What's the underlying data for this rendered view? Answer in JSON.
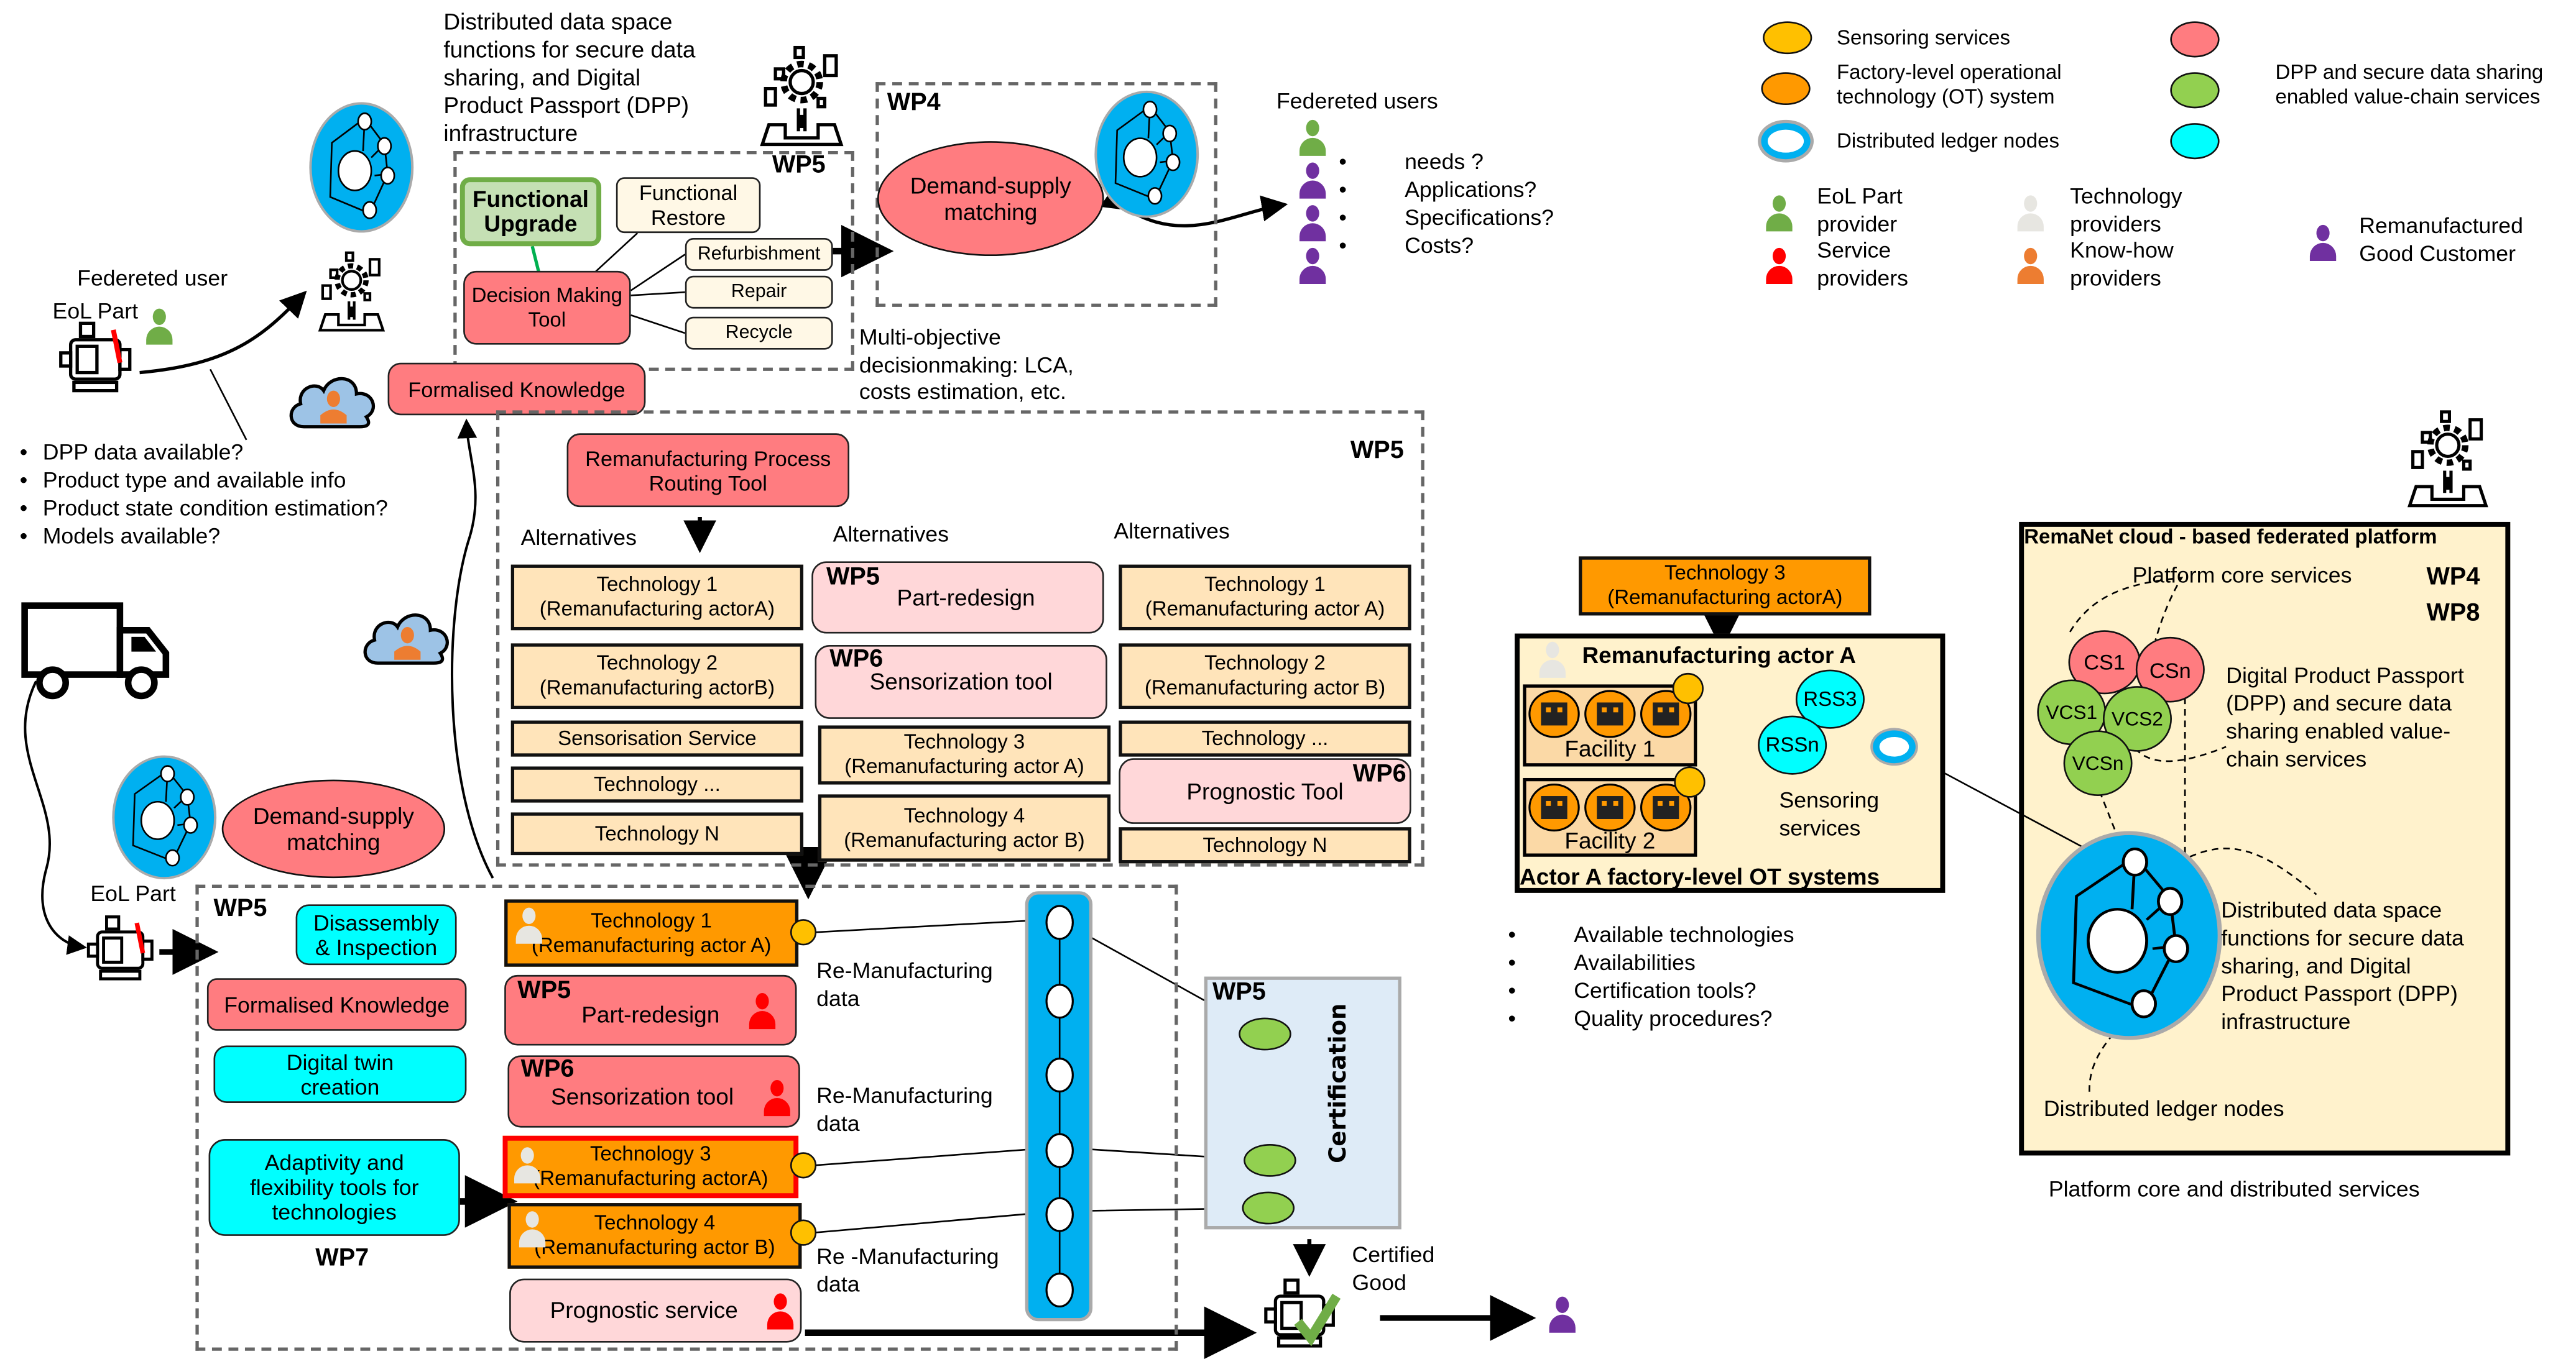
{
  "colors": {
    "pink_red": "#FF7C80",
    "orange": "#FF9900",
    "yellow": "#FFC000",
    "green": "#92D050",
    "cyan": "#00FFFF",
    "blue": "#00B0F0",
    "cream": "#FFF2CC",
    "light_pink": "#FFD7D9",
    "cert_blue": "#DEEBF7",
    "eol_green": "#70AD47",
    "service_red": "#FF0000",
    "tech_gray": "#E7E6E1",
    "knowhow_orange": "#ED7D31",
    "customer_purple": "#7030A0"
  },
  "top": {
    "dds_caption": "Distributed data space\nfunctions for secure data\nsharing, and Digital\nProduct Passport (DPP)\ninfrastructure",
    "wp5_label": "WP5",
    "federated_user": "Federeted user",
    "eol_part": "EoL Part",
    "decision_box": {
      "wp": "WP5",
      "functional_upgrade": "Functional\nUpgrade",
      "functional_restore": "Functional\nRestore",
      "decision_tool": "Decision Making\nTool",
      "refurbishment": "Refurbishment",
      "repair": "Repair",
      "recycle": "Recycle"
    },
    "formalised_knowledge": "Formalised Knowledge",
    "multi_objective": "Multi-objective\ndecisionmaking: LCA,\ncosts estimation, etc.",
    "wp4": {
      "label": "WP4",
      "demand_supply": "Demand-supply\nmatching"
    },
    "federated_users": {
      "title": "Federeted users",
      "questions": [
        "needs ?",
        "Applications?",
        "Specifications?",
        "Costs?"
      ]
    },
    "dpp_questions": [
      "DPP data available?",
      "Product type and available info",
      "Product state condition estimation?",
      "Models available?"
    ]
  },
  "routing": {
    "wp": "WP5",
    "tool": "Remanufacturing Process\nRouting Tool",
    "alternatives": [
      "Alternatives",
      "Alternatives",
      "Alternatives"
    ],
    "col1": [
      "Technology 1\n(Remanufacturing actorA)",
      "Technology 2\n(Remanufacturing actorB)",
      "Sensorisation Service",
      "Technology ...",
      "Technology N"
    ],
    "col2": {
      "part_redesign_wp": "WP5",
      "part_redesign": "Part-redesign",
      "sensorization_wp": "WP6",
      "sensorization": "Sensorization tool",
      "tech3": "Technology 3\n(Remanufacturing actor A)",
      "tech4": "Technology 4\n(Remanufacturing actor B)"
    },
    "col3": {
      "tech1": "Technology 1\n(Remanufacturing actor A)",
      "tech2": "Technology 2\n(Remanufacturing actor B)",
      "tech_more": "Technology ...",
      "prognostic": "Prognostic Tool",
      "prognostic_wp": "WP6",
      "techN": "Technology N"
    }
  },
  "left": {
    "demand_supply": "Demand-supply\nmatching",
    "eol_part": "EoL Part"
  },
  "bottom": {
    "wp5": "WP5",
    "wp7": "WP7",
    "disassembly": "Disassembly\n& Inspection",
    "formalised_knowledge": "Formalised Knowledge",
    "digital_twin": "Digital twin\ncreation",
    "adaptivity": "Adaptivity and\nflexibility tools for\ntechnologies",
    "tech1": "Technology 1\n(Remanufacturing  actor A)",
    "part_redesign_wp": "WP5",
    "part_redesign": "Part-redesign",
    "sensorization_wp": "WP6",
    "sensorization": "Sensorization tool",
    "tech3": "Technology 3\n(Remanufacturing actorA)",
    "tech4": "Technology 4\n(Remanufacturing actor B)",
    "prognostic": "Prognostic service",
    "remanufacturing_data": [
      "Re-Manufacturing\ndata",
      "Re-Manufacturing\n data",
      "Re -Manufacturing\ndata"
    ],
    "cert_wp": "WP5",
    "certification": "Certification",
    "certified_good": "Certified\nGood"
  },
  "legend": {
    "sensoring": "Sensoring services",
    "factory_ot": "Factory-level operational\ntechnology (OT) system",
    "ledger": "Distributed ledger nodes",
    "dpp_services": "DPP and secure data sharing\nenabled value-chain services",
    "eol_provider": "EoL Part\nprovider",
    "service_providers": "Service\nproviders",
    "tech_providers": "Technology\nproviders",
    "knowhow_providers": "Know-how\nproviders",
    "customer": "Remanufactured\nGood Customer"
  },
  "actor": {
    "tech3": "Technology 3\n(Remanufacturing actorA)",
    "title": "Remanufacturing actor A",
    "facility1": "Facility 1",
    "facility2": "Facility 2",
    "rss3": "RSS3",
    "rssn": "RSSn",
    "sensoring": "Sensoring\nservices",
    "footer": "Actor A factory-level OT systems",
    "questions": [
      "Available technologies",
      "Availabilities",
      "Certification tools?",
      "Quality procedures?"
    ]
  },
  "platform": {
    "title": "RemaNet cloud - based federated platform",
    "core": "Platform core services",
    "wp4": "WP4",
    "wp8": "WP8",
    "cs1": "CS1",
    "csn": "CSn",
    "vcs1": "VCS1",
    "vcs2": "VCS2",
    "vcsn": "VCSn",
    "dpp_text": "Digital Product Passport\n(DPP) and secure data\nsharing enabled value-\nchain services",
    "dds_text": "Distributed data space\nfunctions for secure data\nsharing, and Digital\nProduct Passport (DPP)\ninfrastructure",
    "ledger_nodes": "Distributed ledger nodes",
    "caption": "Platform core and distributed services"
  }
}
